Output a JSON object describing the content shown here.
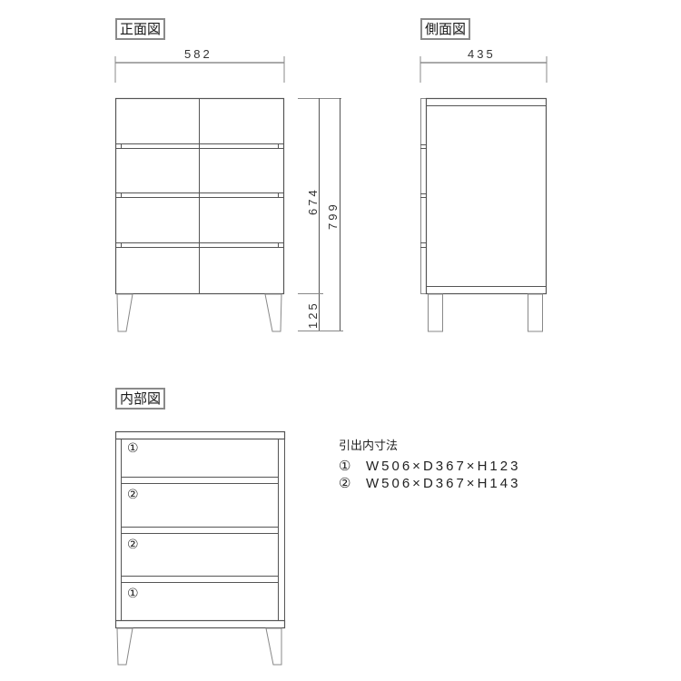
{
  "views": {
    "front": {
      "title": "正面図",
      "width_dim": "582",
      "body_height_dim": "674",
      "total_height_dim": "799",
      "leg_height_dim": "125"
    },
    "side": {
      "title": "側面図",
      "depth_dim": "435"
    },
    "interior": {
      "title": "内部図",
      "drawer_labels": [
        "①",
        "②",
        "②",
        "①"
      ]
    }
  },
  "drawer_specs": {
    "title": "引出内寸法",
    "rows": [
      {
        "marker": "①",
        "value": "W506×D367×H123"
      },
      {
        "marker": "②",
        "value": "W506×D367×H143"
      }
    ]
  },
  "colors": {
    "line": "#555555",
    "label_border": "#8a8a8a"
  }
}
